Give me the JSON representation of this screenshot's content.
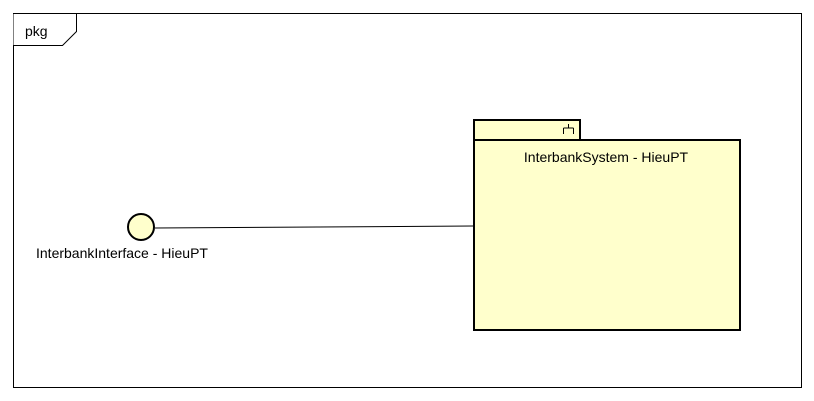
{
  "frame": {
    "label": "pkg"
  },
  "interface": {
    "name": "InterbankInterface - HieuPT"
  },
  "subsystem": {
    "name": "InterbankSystem - HieuPT",
    "icon": "subsystem-fork-icon"
  },
  "colors": {
    "element_fill": "#FFFFCC",
    "stroke": "#000000",
    "background": "#FFFFFF"
  }
}
